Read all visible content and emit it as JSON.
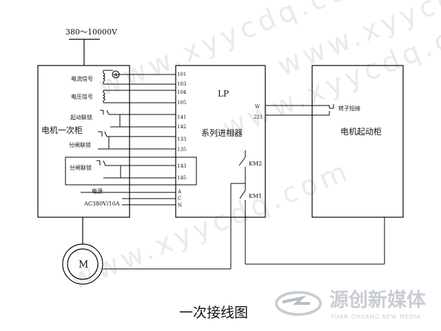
{
  "supply_voltage": "380～10000V",
  "cabinets": {
    "primary": {
      "title": "电机一次柜",
      "labels": {
        "current_signal": "电流信号",
        "voltage_signal": "电压信号",
        "start_interlock": "起动联锁",
        "trip_interlock_1": "分闸联锁",
        "trip_interlock_2": "分闸联锁",
        "power": "电源",
        "power_rating": "AC380V/10A"
      },
      "ammeter_symbol": "A"
    },
    "lp": {
      "model": "LP",
      "title": "系列进相器",
      "terminals": {
        "t101": "101",
        "t103": "103",
        "t104": "104",
        "t105": "105",
        "t141": "141",
        "t142": "142",
        "t133": "133",
        "t135": "135",
        "t143": "143",
        "t145": "145",
        "ta": "A",
        "tc": "C",
        "tn": "N",
        "tw": "W",
        "t221": "221"
      },
      "contactors": {
        "km2": "KM2",
        "km1": "KM1"
      }
    },
    "starter": {
      "title": "电机起动柜",
      "short_connect": "转子短接"
    }
  },
  "motor_symbol": "M",
  "caption": "一次接线图",
  "watermarks": {
    "url": "www.xyycdq.com"
  },
  "logo": {
    "name": "源创新媒体",
    "tagline": "YUAN CHUANG NEW MEDIA"
  }
}
